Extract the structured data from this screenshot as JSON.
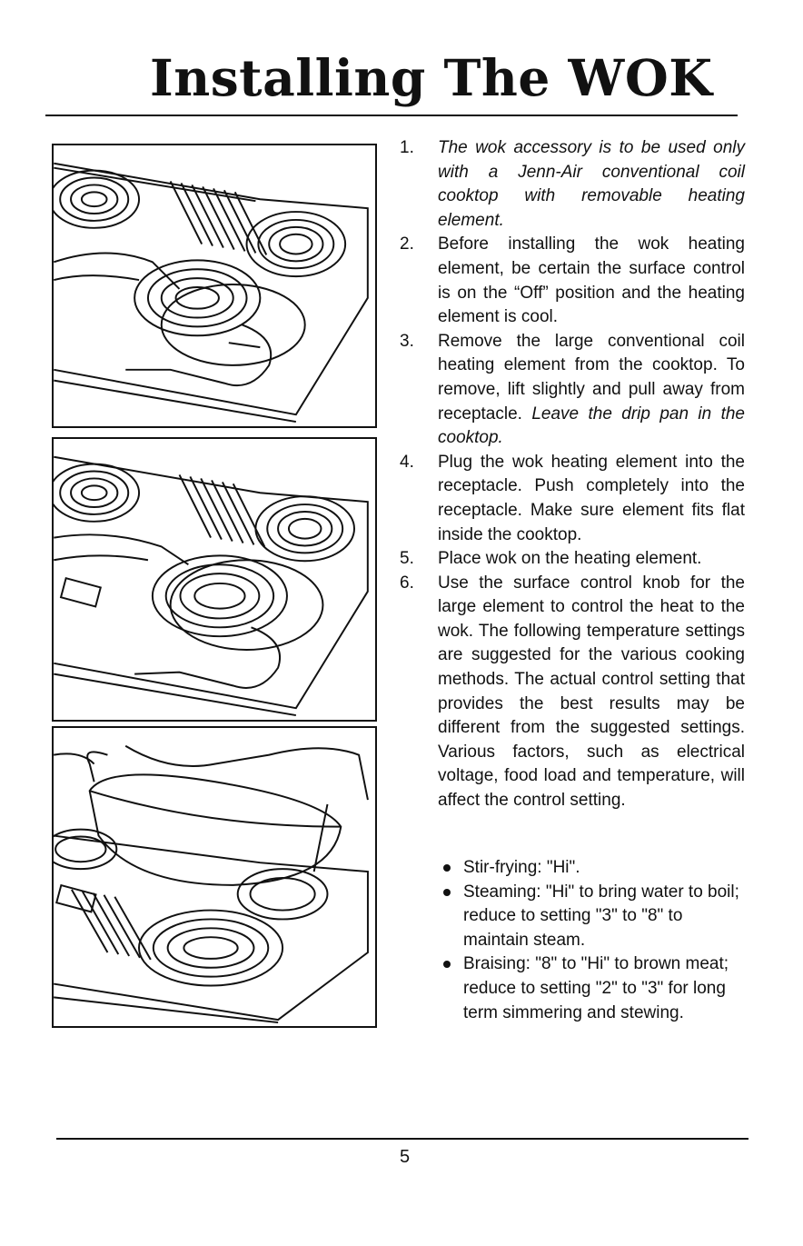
{
  "page": {
    "title": "Installing The WOK",
    "page_number": "5"
  },
  "steps": [
    {
      "num": "1.",
      "text": "",
      "italic": "The wok accessory is to be used only with a Jenn-Air conventional coil cooktop with removable heating element."
    },
    {
      "num": "2.",
      "text": "Before installing the wok heating element, be certain the surface control is on the “Off” position and the heating element is cool.",
      "italic": ""
    },
    {
      "num": "3.",
      "text": "Remove the large conventional coil heating element from the cooktop. To remove, lift slightly and pull away from receptacle. ",
      "italic": "Leave the drip pan in the cooktop."
    },
    {
      "num": "4.",
      "text": "Plug the wok heating element into the receptacle. Push completely into the receptacle. Make sure element fits flat inside the cooktop.",
      "italic": ""
    },
    {
      "num": "5.",
      "text": "Place wok on the heating element.",
      "italic": ""
    },
    {
      "num": "6.",
      "text": "Use the surface control knob for the large element to control the heat to the wok. The following temperature settings are suggested for the various cooking methods. The actual control setting that provides the best results may be different from the suggested settings. Various factors, such as electrical voltage, food load and temperature, will affect the control setting.",
      "italic": ""
    }
  ],
  "settings": [
    {
      "text": "Stir-frying: \"Hi\"."
    },
    {
      "text": "Steaming: \"Hi\" to bring water to boil; reduce to setting \"3\" to \"8\" to maintain steam."
    },
    {
      "text": "Braising: \"8\" to \"Hi\" to brown meat; reduce to setting \"2\" to \"3\" for long term simmering and stewing."
    }
  ]
}
